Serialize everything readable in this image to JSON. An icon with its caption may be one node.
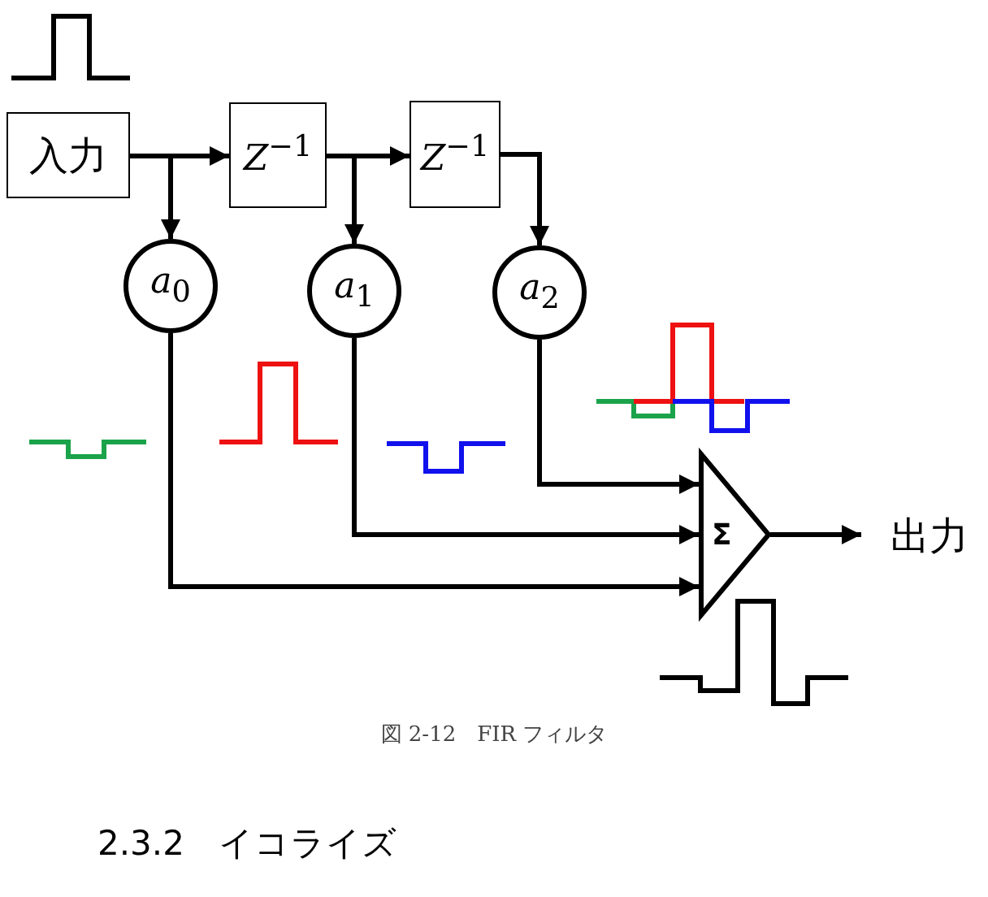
{
  "diagram": {
    "caption": "図 2-12　FIR フィルタ",
    "nodes": [
      {
        "text": [
          "入力"
        ]
      },
      {
        "text": [
          "*Z*$^{−1}$"
        ]
      },
      {
        "text": [
          "*Z*$^{−1}$"
        ]
      },
      {
        "text": [
          "*a*$_{0}$"
        ]
      },
      {
        "text": [
          "*a*$_{1}$"
        ]
      },
      {
        "text": [
          "*a*$_{2}$"
        ]
      },
      {
        "text": [
          "Σ"
        ]
      },
      {
        "text": [
          "出力"
        ]
      }
    ],
    "edges": [
      {
        "from": 0,
        "to": 1,
        "arrow": "to"
      },
      {
        "from": 0,
        "to": 3,
        "arrow": "to"
      },
      {
        "from": 1,
        "to": 2,
        "arrow": "to"
      },
      {
        "from": 1,
        "to": 4,
        "arrow": "to"
      },
      {
        "from": 2,
        "to": 5,
        "arrow": "to"
      },
      {
        "from": 5,
        "to": 6,
        "arrow": "to"
      },
      {
        "from": 4,
        "to": 6,
        "arrow": "to"
      },
      {
        "from": 3,
        "to": 6,
        "arrow": "to"
      },
      {
        "from": 6,
        "to": 7,
        "arrow": "to"
      }
    ],
    "labels": [
      "2.3.2　イコライズ"
    ]
  }
}
